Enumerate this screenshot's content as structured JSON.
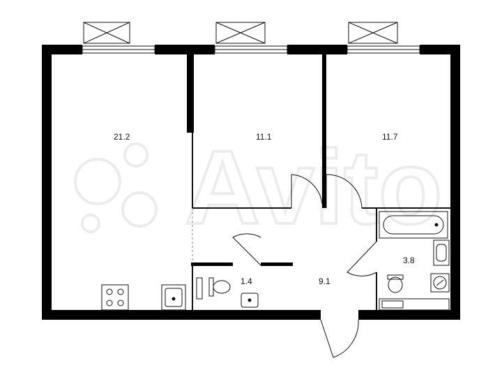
{
  "colors": {
    "wall": "#000000",
    "line": "#111111",
    "watermark": "#ececec",
    "background": "#ffffff"
  },
  "watermark": {
    "text": "Avito"
  },
  "rooms": [
    {
      "id": "living-kitchen",
      "area": "21.2"
    },
    {
      "id": "bedroom-center",
      "area": "11.1"
    },
    {
      "id": "bedroom-right",
      "area": "11.7"
    },
    {
      "id": "bathroom",
      "area": "3.8"
    },
    {
      "id": "toilet",
      "area": "1.4"
    },
    {
      "id": "hallway",
      "area": "9.1"
    }
  ],
  "icons": [
    "window-icon",
    "door-swing-icon",
    "stove-icon",
    "sink-icon",
    "toilet-icon",
    "bathtub-icon",
    "washer-icon"
  ]
}
